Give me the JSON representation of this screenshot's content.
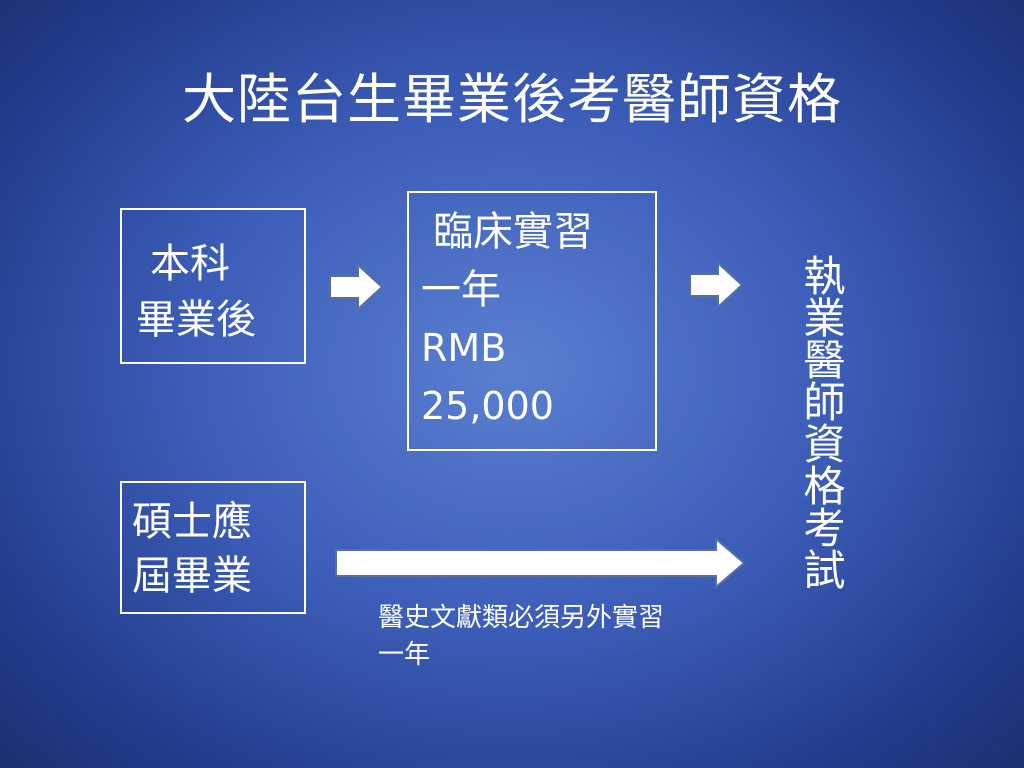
{
  "slide": {
    "title": "大陸台生畢業後考醫師資格"
  },
  "boxes": {
    "undergrad": {
      "line1": "本科",
      "line2": "畢業後"
    },
    "internship": {
      "line1": "臨床實習",
      "line2": "一年",
      "line3": "RMB",
      "line4": "25,000"
    },
    "master": {
      "line1": "碩士應",
      "line2": "屆畢業"
    }
  },
  "exam": {
    "label": "執業醫師資格考試"
  },
  "note": {
    "text": "醫史文獻類必須另外實習一年"
  },
  "colors": {
    "background_center": "#5a7fd0",
    "background_edge": "#1b3070",
    "foreground": "#ffffff"
  }
}
